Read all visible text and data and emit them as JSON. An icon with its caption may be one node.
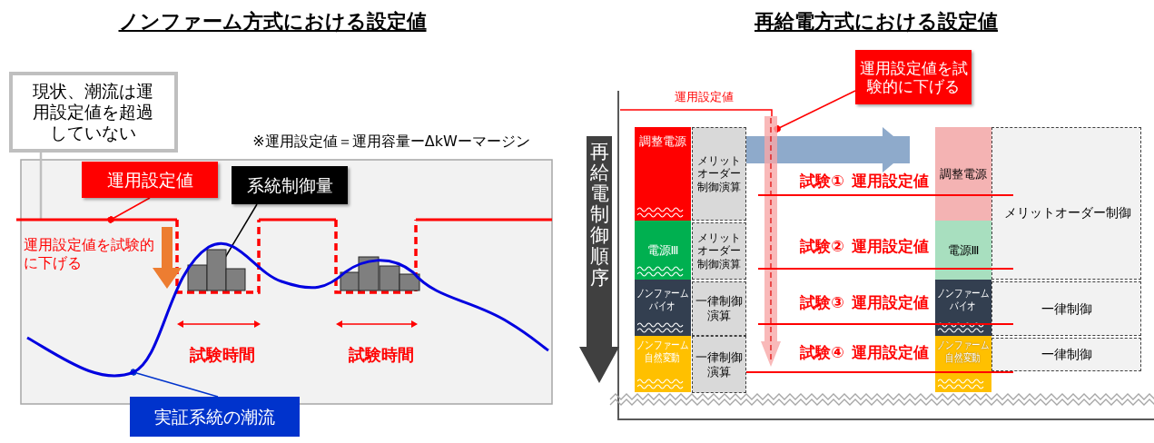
{
  "diagram": {
    "nodes": [
      {
        "text": [
          "現状、潮流は運用設定値を超過していない"
        ]
      },
      {
        "text": [],
        "shape": "line"
      },
      {
        "text": [
          "運用設定値"
        ]
      },
      {
        "text": [
          "系統制御量"
        ]
      },
      {
        "text": [],
        "shape": "bar"
      },
      {
        "text": [],
        "shape": "bar"
      },
      {
        "text": [
          "実証系統の潮流"
        ]
      },
      {
        "text": [],
        "shape": "line"
      },
      {
        "text": [
          "再給電制御順序"
        ]
      },
      {
        "text": [
          "調整電源"
        ]
      },
      {
        "text": [
          "メリットオーダー制御演算"
        ]
      },
      {
        "text": [
          "電源Ⅲ"
        ]
      },
      {
        "text": [
          "メリットオーダー制御演算"
        ]
      },
      {
        "text": [
          "ノンファームバイオ"
        ]
      },
      {
        "text": [
          "一律制御演算"
        ]
      },
      {
        "text": [
          "ノンファーム自然変動"
        ]
      },
      {
        "text": [
          "一律制御演算"
        ]
      },
      {
        "text": [
          "調整電源"
        ]
      },
      {
        "text": [
          "電源Ⅲ"
        ]
      },
      {
        "text": [
          "ノンファームバイオ"
        ]
      },
      {
        "text": [
          "ノンファーム自然変動"
        ]
      },
      {
        "text": [
          "メリットオーダー制御"
        ]
      },
      {
        "text": [
          "一律制御"
        ]
      },
      {
        "text": [
          "一律制御"
        ]
      },
      {
        "text": [
          "運用設定値を試験的に下げる"
        ]
      },
      {
        "text": [],
        "shape": "arrow"
      }
    ],
    "edges": [
      {
        "from": 0,
        "to": 1,
        "arrow": "none",
        "color": "#bfbfbf"
      },
      {
        "from": 2,
        "to": 1,
        "arrow": "other"
      },
      {
        "from": 3,
        "to": 4,
        "arrow": "other",
        "color": "#000000"
      },
      {
        "from": 6,
        "to": 7,
        "arrow": "other",
        "color": "#0033cc"
      },
      {
        "from": 24,
        "to": 25,
        "arrow": "other"
      },
      {
        "from": 10,
        "to": 17,
        "arrow": "to",
        "style": "thick",
        "color": "#8eaacb"
      }
    ],
    "labels": [
      "ノンファーム方式における設定値",
      "再給電方式における設定値",
      "※運用設定値＝運用容量ーΔkWーマージン",
      "運用設定値を試験的に下げる",
      "試験時間",
      "試験時間",
      "運用設定値",
      "試験①",
      "運用設定値",
      "試験②",
      "運用設定値",
      "試験③",
      "運用設定値",
      "試験④",
      "運用設定値"
    ]
  }
}
